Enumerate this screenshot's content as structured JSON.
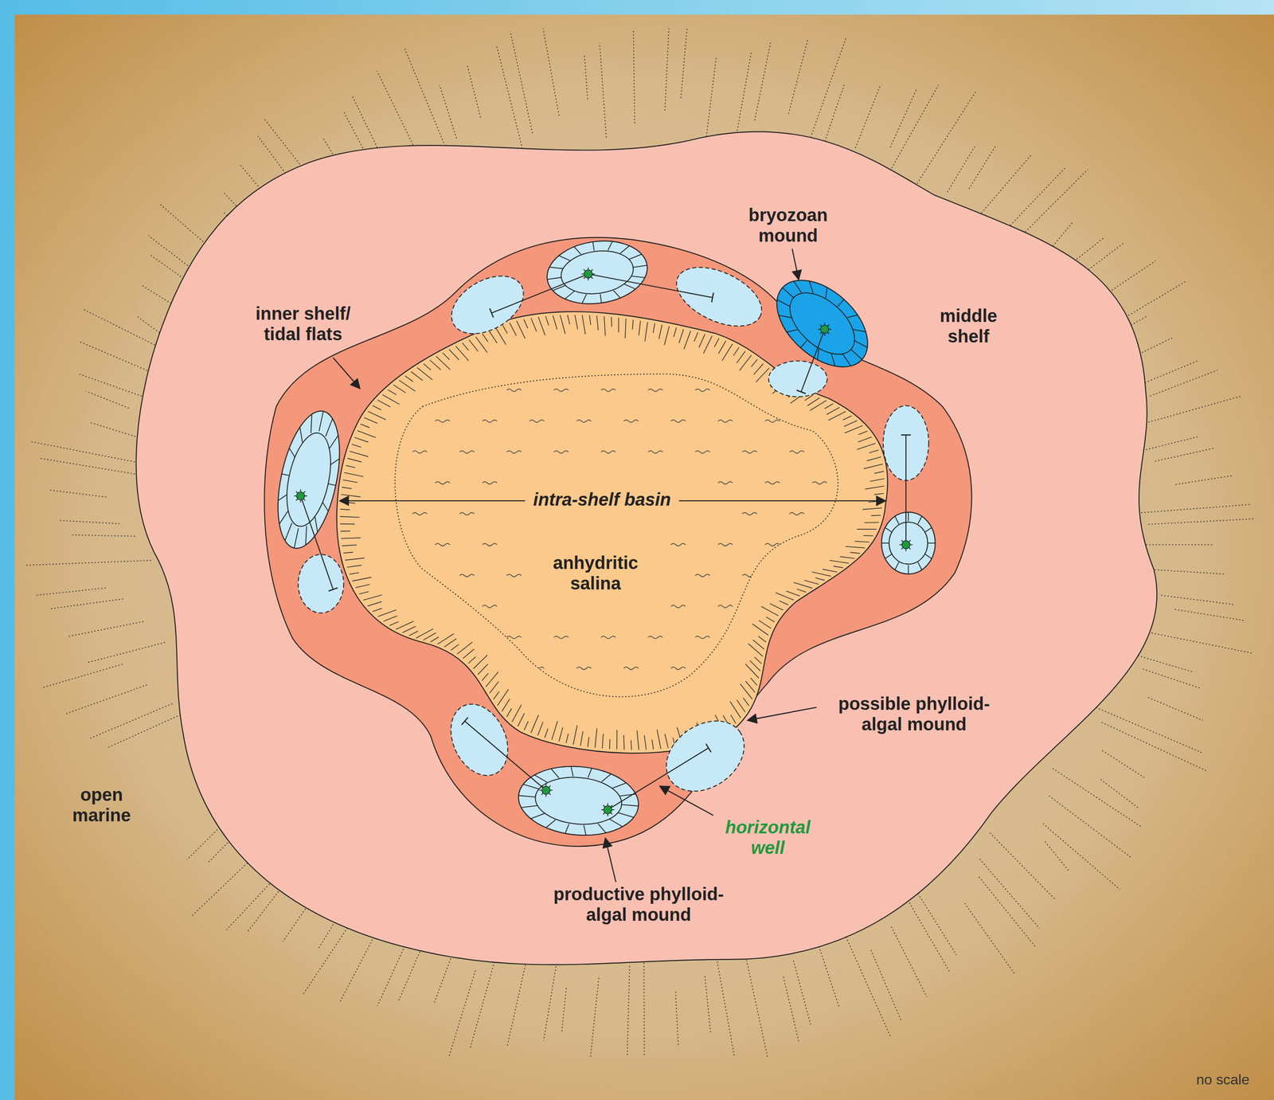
{
  "diagram": {
    "nodes": [
      {
        "text": [
          "middle shelf"
        ]
      },
      {
        "text": [
          "intra-shelf basin",
          "anhydritic salina"
        ],
        "in": 0
      }
    ],
    "labels": [
      "bryozoan mound",
      "inner shelf/ tidal flats",
      "possible phylloid-algal mound",
      "horizontal well",
      "productive phylloid-algal mound",
      "open marine",
      "no scale"
    ]
  }
}
